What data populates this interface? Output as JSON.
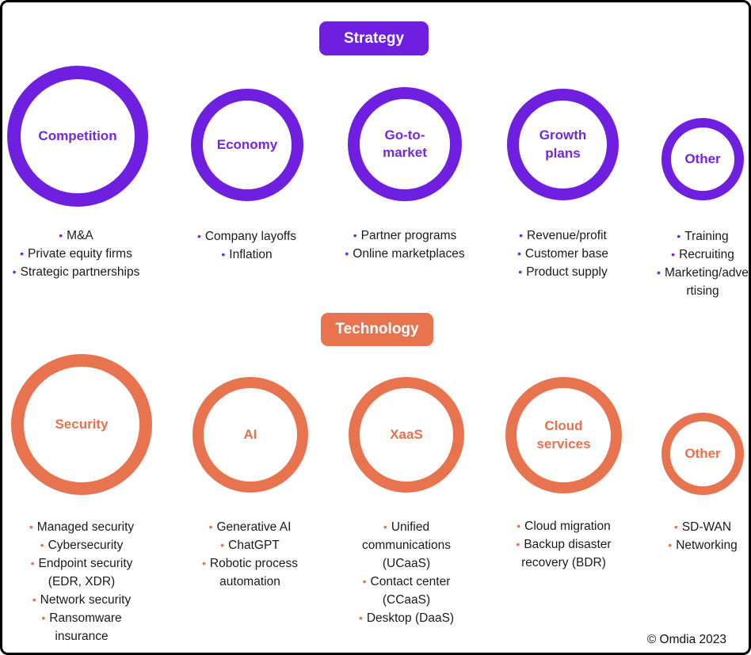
{
  "ui": {
    "bullet_char": "•"
  },
  "colors": {
    "purple": "#6E1FE0",
    "orange": "#E8744F",
    "text": "#1a1a1a"
  },
  "footer": {
    "copyright": "© Omdia 2023"
  },
  "sections": [
    {
      "label": "Strategy",
      "color": "#6E1FE0",
      "nodes": [
        {
          "label": "Competition",
          "bullets": [
            "M&A",
            "Private equity firms",
            "Strategic partnerships"
          ]
        },
        {
          "label": "Economy",
          "bullets": [
            "Company layoffs",
            "Inflation"
          ]
        },
        {
          "label": "Go-to-market",
          "bullets": [
            "Partner programs",
            "Online marketplaces"
          ]
        },
        {
          "label": "Growth plans",
          "bullets": [
            "Revenue/profit",
            "Customer base",
            "Product supply"
          ]
        },
        {
          "label": "Other",
          "bullets": [
            "Training",
            "Recruiting",
            "Marketing/advertising"
          ]
        }
      ]
    },
    {
      "label": "Technology",
      "color": "#E8744F",
      "nodes": [
        {
          "label": "Security",
          "bullets": [
            "Managed security",
            "Cybersecurity",
            "Endpoint security (EDR, XDR)",
            "Network security",
            "Ransomware insurance"
          ]
        },
        {
          "label": "AI",
          "bullets": [
            "Generative AI",
            "ChatGPT",
            "Robotic process automation"
          ]
        },
        {
          "label": "XaaS",
          "bullets": [
            "Unified communications (UCaaS)",
            "Contact center (CCaaS)",
            "Desktop (DaaS)"
          ]
        },
        {
          "label": "Cloud services",
          "bullets": [
            "Cloud migration",
            "Backup disaster recovery (BDR)"
          ]
        },
        {
          "label": "Other",
          "bullets": [
            "SD-WAN",
            "Networking"
          ]
        }
      ]
    }
  ]
}
